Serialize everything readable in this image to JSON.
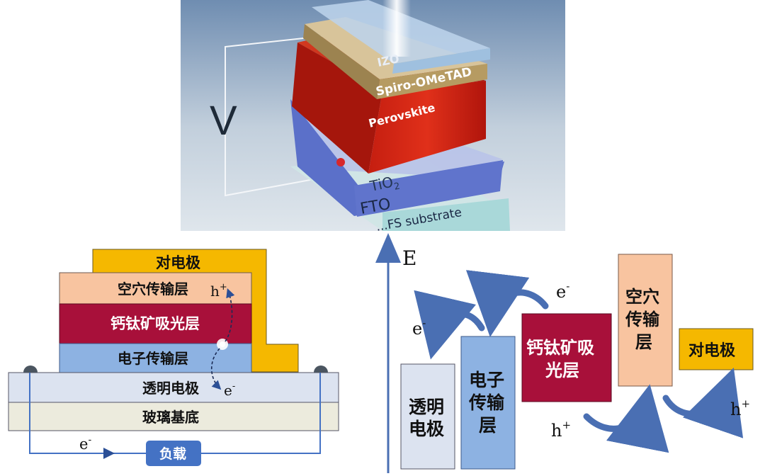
{
  "photo": {
    "voltage_symbol": "V",
    "layers": {
      "izo": "IZO",
      "spiro": "Spiro-OMeTAD",
      "perovskite": "Perovskite",
      "tio2_prefix": "TiO",
      "tio2_sub": "2",
      "fto": "FTO",
      "substrate": "...FS substrate"
    }
  },
  "device_stack": {
    "layers": {
      "counter_electrode": "对电极",
      "hole_transport": "空穴传输层",
      "perovskite_absorber": "钙钛矿吸光层",
      "electron_transport": "电子传输层",
      "transparent_electrode": "透明电极",
      "glass_substrate": "玻璃基底"
    },
    "load": "负载",
    "hole_label": "h",
    "hole_sup": "+",
    "electron_label": "e",
    "electron_sup": "-",
    "circuit_electron_label": "e",
    "circuit_electron_sup": "-"
  },
  "energy_diagram": {
    "axis_label": "E",
    "transparent_electrode": [
      "透明",
      "电极"
    ],
    "electron_transport": [
      "电子",
      "传输",
      "层"
    ],
    "perovskite": [
      "钙钛矿吸",
      "光层"
    ],
    "hole_transport": [
      "空穴",
      "传输",
      "层"
    ],
    "counter_electrode": "对电极",
    "electron_labels": [
      {
        "base": "e",
        "sup": "-"
      },
      {
        "base": "e",
        "sup": "-"
      }
    ],
    "hole_labels": [
      {
        "base": "h",
        "sup": "+"
      },
      {
        "base": "h",
        "sup": "+"
      }
    ]
  },
  "colors": {
    "counter_electrode": "#F5B800",
    "hole_transport": "#F8C4A0",
    "perovskite": "#A8103A",
    "electron_transport": "#8DB2E2",
    "transparent_electrode": "#DCE3F0",
    "glass": "#ECEBDD",
    "circuit": "#4472C4",
    "load": "#4472C4"
  }
}
